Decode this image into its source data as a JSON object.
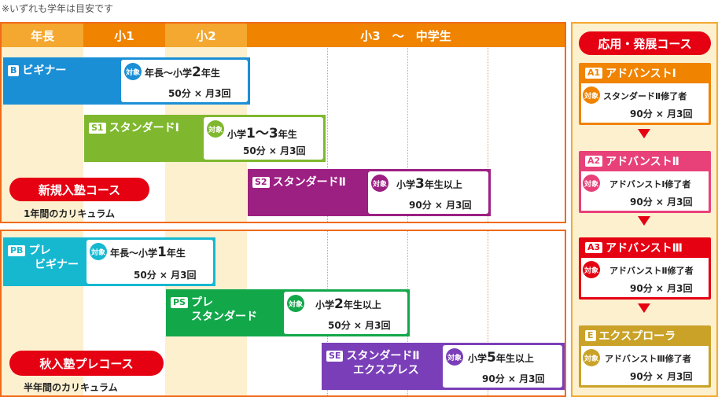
{
  "note": "※いずれも学年は目安です",
  "headers": [
    "年長",
    "小1",
    "小2",
    "小3　〜　中学生"
  ],
  "new_course": {
    "title": "新規入塾コース",
    "subtitle": "1年間のカリキュラム",
    "courses": [
      {
        "code": "B",
        "name": "ビギナー",
        "target_pre": "年長〜小学",
        "target_num": "2",
        "target_post": "年生",
        "duration": "50分 × 月3回"
      },
      {
        "code": "S1",
        "name": "スタンダードⅠ",
        "target_pre": "小学",
        "target_num": "1〜3",
        "target_post": "年生",
        "duration": "50分 × 月3回"
      },
      {
        "code": "S2",
        "name": "スタンダードⅡ",
        "target_pre": "小学",
        "target_num": "3",
        "target_post": "年生以上",
        "duration": "90分 × 月3回"
      }
    ]
  },
  "pre_course": {
    "title": "秋入塾プレコース",
    "subtitle": "半年間のカリキュラム",
    "courses": [
      {
        "code": "PB",
        "name1": "プレ",
        "name2": "ビギナー",
        "target_pre": "年長〜小学",
        "target_num": "1",
        "target_post": "年生",
        "duration": "50分 × 月3回"
      },
      {
        "code": "PS",
        "name1": "プレ",
        "name2": "スタンダード",
        "target_pre": "小学",
        "target_num": "2",
        "target_post": "年生以上",
        "duration": "50分 × 月3回"
      },
      {
        "code": "SE",
        "name1": "スタンダードⅡ",
        "name2": "エクスプレス",
        "target_pre": "小学",
        "target_num": "5",
        "target_post": "年生以上",
        "duration": "90分 × 月3回"
      }
    ]
  },
  "target_icon": "対象",
  "advanced": {
    "title": "応用・発展コース",
    "courses": [
      {
        "code": "A1",
        "name": "アドバンストⅠ",
        "req": "スタンダードⅡ修了者",
        "duration": "90分 × 月3回",
        "color": "#f08300"
      },
      {
        "code": "A2",
        "name": "アドバンストⅡ",
        "req": "アドバンストⅠ修了者",
        "duration": "90分 × 月3回",
        "color": "#e8417a"
      },
      {
        "code": "A3",
        "name": "アドバンストⅢ",
        "req": "アドバンストⅡ修了者",
        "duration": "90分 × 月3回",
        "color": "#e50012"
      },
      {
        "code": "E",
        "name": "エクスプローラ",
        "req": "アドバンストⅢ修了者",
        "duration": "90分 × 月3回",
        "color": "#c9a227"
      }
    ]
  },
  "colors": {
    "blue": "#1a8fd6",
    "green": "#7fb82e",
    "purple": "#9c1f82",
    "cyan": "#16b8d0",
    "pgreen": "#12a84a",
    "violet": "#7a3fb8",
    "orange": "#ef6a1a",
    "red": "#e50012"
  }
}
